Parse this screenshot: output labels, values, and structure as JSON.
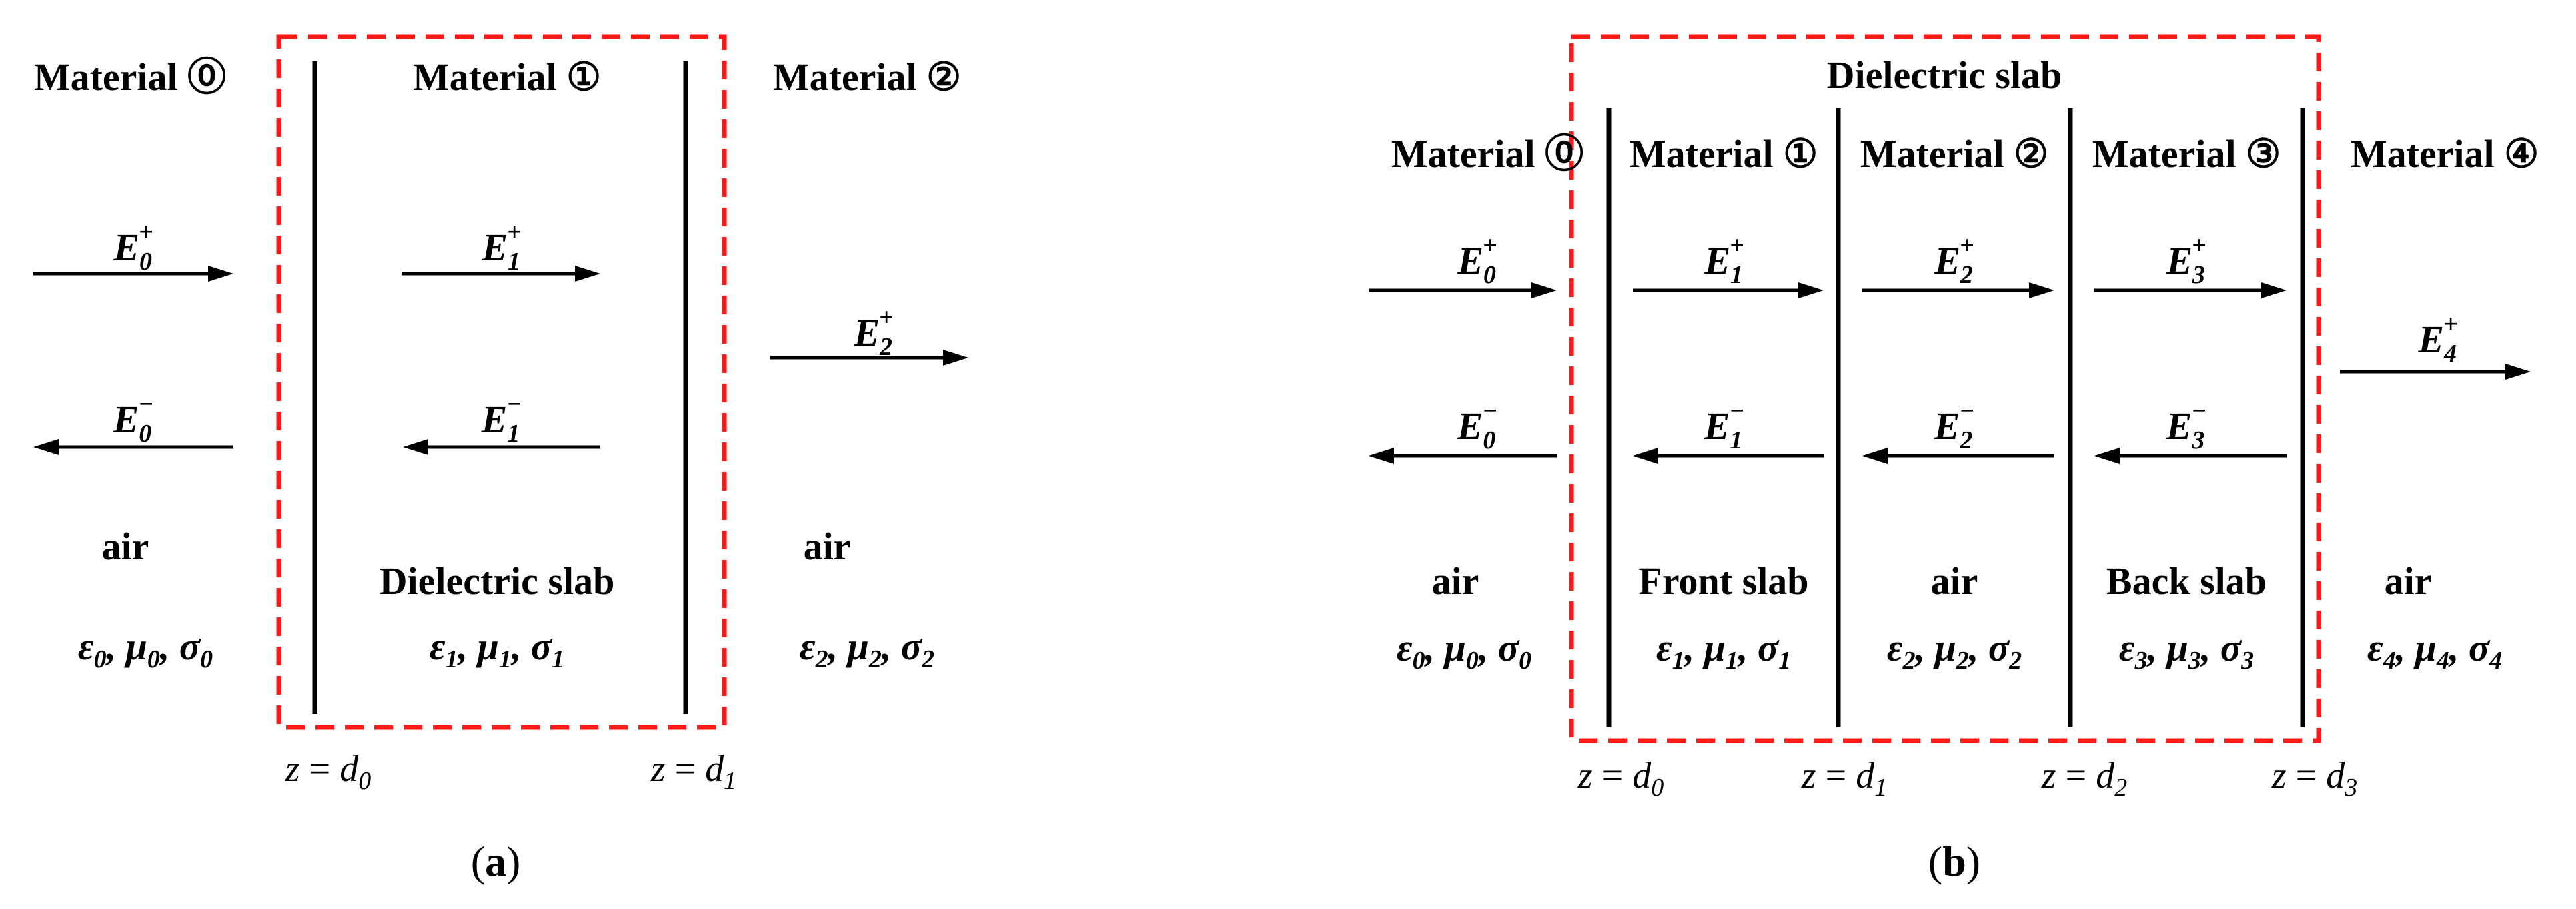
{
  "panel_a": {
    "materials": [
      "Material ⓪",
      "Material ①",
      "Material ②"
    ],
    "media": [
      "air",
      "Dielectric slab",
      "air"
    ],
    "params": [
      {
        "eps": "ε",
        "mu": "μ",
        "sigma": "σ",
        "sub": "0"
      },
      {
        "eps": "ε",
        "mu": "μ",
        "sigma": "σ",
        "sub": "1"
      },
      {
        "eps": "ε",
        "mu": "μ",
        "sigma": "σ",
        "sub": "2"
      }
    ],
    "fields_forward": [
      {
        "base": "E",
        "sub": "0",
        "sup": "+"
      },
      {
        "base": "E",
        "sub": "1",
        "sup": "+"
      },
      {
        "base": "E",
        "sub": "2",
        "sup": "+"
      }
    ],
    "fields_backward": [
      {
        "base": "E",
        "sub": "0",
        "sup": "−"
      },
      {
        "base": "E",
        "sub": "1",
        "sup": "−"
      }
    ],
    "boundaries": [
      {
        "z": "z",
        "eq": " = ",
        "d": "d",
        "sub": "0"
      },
      {
        "z": "z",
        "eq": " = ",
        "d": "d",
        "sub": "1"
      }
    ],
    "caption": {
      "open": "(",
      "letter": "a",
      "close": ")"
    }
  },
  "panel_b": {
    "group_label": "Dielectric slab",
    "materials": [
      "Material ⓪",
      "Material ①",
      "Material ②",
      "Material ③",
      "Material ④"
    ],
    "media": [
      "air",
      "Front slab",
      "air",
      "Back slab",
      "air"
    ],
    "params": [
      {
        "eps": "ε",
        "mu": "μ",
        "sigma": "σ",
        "sub": "0"
      },
      {
        "eps": "ε",
        "mu": "μ",
        "sigma": "σ",
        "sub": "1"
      },
      {
        "eps": "ε",
        "mu": "μ",
        "sigma": "σ",
        "sub": "2"
      },
      {
        "eps": "ε",
        "mu": "μ",
        "sigma": "σ",
        "sub": "3"
      },
      {
        "eps": "ε",
        "mu": "μ",
        "sigma": "σ",
        "sub": "4"
      }
    ],
    "fields_forward": [
      {
        "base": "E",
        "sub": "0",
        "sup": "+"
      },
      {
        "base": "E",
        "sub": "1",
        "sup": "+"
      },
      {
        "base": "E",
        "sub": "2",
        "sup": "+"
      },
      {
        "base": "E",
        "sub": "3",
        "sup": "+"
      },
      {
        "base": "E",
        "sub": "4",
        "sup": "+"
      }
    ],
    "fields_backward": [
      {
        "base": "E",
        "sub": "0",
        "sup": "−"
      },
      {
        "base": "E",
        "sub": "1",
        "sup": "−"
      },
      {
        "base": "E",
        "sub": "2",
        "sup": "−"
      },
      {
        "base": "E",
        "sub": "3",
        "sup": "−"
      }
    ],
    "boundaries": [
      {
        "z": "z",
        "eq": " = ",
        "d": "d",
        "sub": "0"
      },
      {
        "z": "z",
        "eq": " = ",
        "d": "d",
        "sub": "1"
      },
      {
        "z": "z",
        "eq": " = ",
        "d": "d",
        "sub": "2"
      },
      {
        "z": "z",
        "eq": " = ",
        "d": "d",
        "sub": "3"
      }
    ],
    "caption": {
      "open": "(",
      "letter": "b",
      "close": ")"
    }
  },
  "colors": {
    "boundary_dash": "#ff1a1a",
    "ink": "#000000"
  }
}
